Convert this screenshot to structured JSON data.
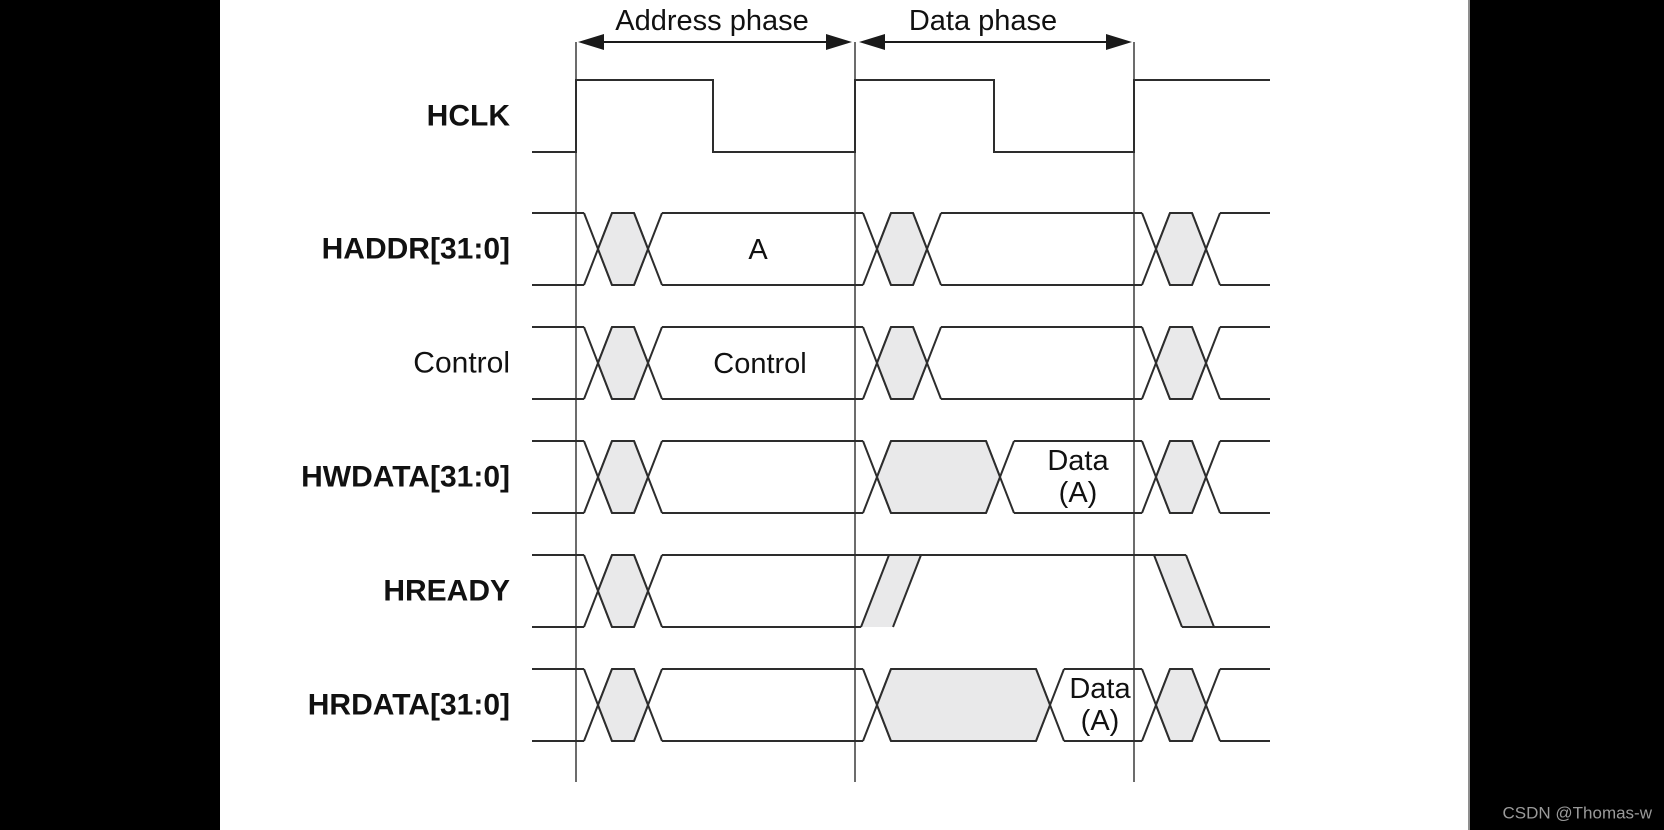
{
  "phases": {
    "address_label": "Address phase",
    "data_label": "Data phase"
  },
  "signals": {
    "hclk": {
      "label": "HCLK"
    },
    "haddr": {
      "label": "HADDR[31:0]",
      "address_value": "A"
    },
    "control": {
      "label": "Control",
      "address_value": "Control"
    },
    "hwdata": {
      "label": "HWDATA[31:0]",
      "data_value_line1": "Data",
      "data_value_line2": "(A)"
    },
    "hready": {
      "label": "HREADY"
    },
    "hrdata": {
      "label": "HRDATA[31:0]",
      "data_value_line1": "Data",
      "data_value_line2": "(A)"
    }
  },
  "watermark": {
    "text": "CSDN @Thomas-w"
  },
  "colors": {
    "waveform_line": "#2d2d2d",
    "hexagon_fill": "#e9e9ea",
    "panel_background": "#ffffff",
    "letterbox_background": "#000000",
    "watermark_text": "#9a9a9a"
  }
}
